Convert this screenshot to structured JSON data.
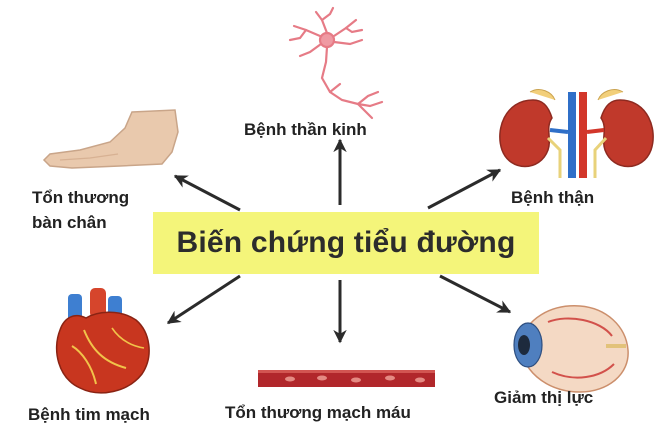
{
  "center": {
    "title": "Biến chứng tiểu đường"
  },
  "complications": {
    "nerve": {
      "label": "Bệnh thần kinh",
      "icon": "neuron-icon"
    },
    "foot": {
      "line1": "Tổn thương",
      "line2": "bàn chân",
      "icon": "foot-icon"
    },
    "kidney": {
      "label": "Bệnh thận",
      "icon": "kidney-icon"
    },
    "heart": {
      "label": "Bệnh tim mạch",
      "icon": "heart-icon"
    },
    "vessel": {
      "label": "Tổn thương mạch máu",
      "icon": "blood-vessel-icon"
    },
    "eye": {
      "label": "Giảm thị lực",
      "icon": "eye-icon"
    }
  },
  "colors": {
    "title_background": "#f4f57a",
    "arrow": "#2b2b2b",
    "text": "#222222"
  }
}
